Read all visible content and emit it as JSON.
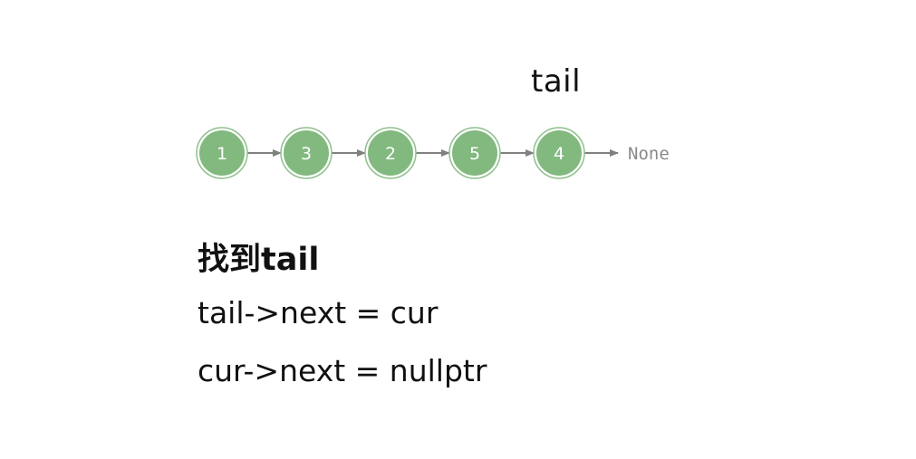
{
  "pointer": {
    "label": "tail",
    "node_index": 4
  },
  "list": {
    "nodes": [
      "1",
      "3",
      "2",
      "5",
      "4"
    ],
    "terminal": "None"
  },
  "colors": {
    "node_fill": "#82b97f",
    "node_ring": "#8fc08c",
    "node_text": "#ffffff",
    "arrow": "#808080",
    "terminal_text": "#8a8a8a",
    "text": "#111111"
  },
  "steps": {
    "title": "找到tail",
    "lines": [
      "tail->next = cur",
      "cur->next = nullptr"
    ]
  }
}
